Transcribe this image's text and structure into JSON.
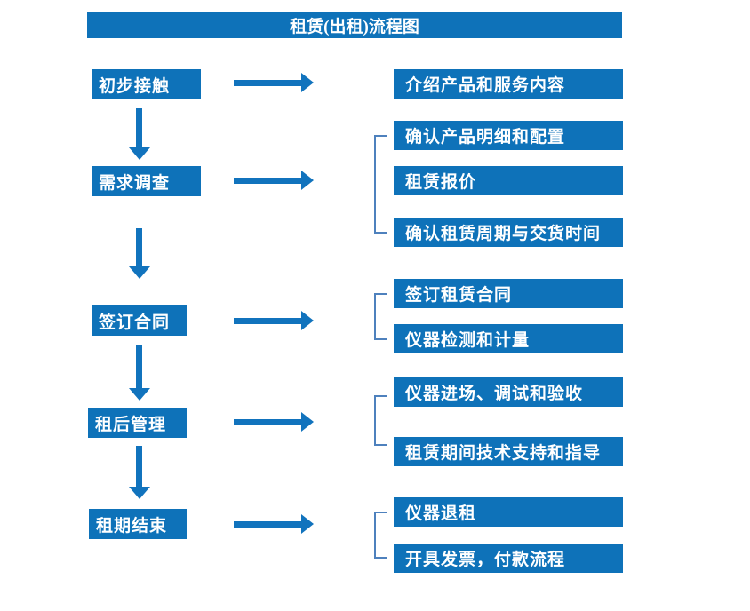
{
  "title": "租赁(出租)流程图",
  "colors": {
    "box_blue": "#0e72b9",
    "arrow_blue": "#1173bd",
    "bracket_blue": "#4e81bd",
    "text_white": "#ffffff"
  },
  "stages": [
    {
      "label": "初步接触",
      "children": [
        "介绍产品和服务内容"
      ]
    },
    {
      "label": "需求调查",
      "children": [
        "确认产品明细和配置",
        "租赁报价",
        "确认租赁周期与交货时间"
      ]
    },
    {
      "label": "签订合同",
      "children": [
        "签订租赁合同",
        "仪器检测和计量"
      ]
    },
    {
      "label": "租后管理",
      "children": [
        "仪器进场、调试和验收",
        "租赁期间技术支持和指导"
      ]
    },
    {
      "label": "租期结束",
      "children": [
        "仪器退租",
        "开具发票，付款流程"
      ]
    }
  ]
}
